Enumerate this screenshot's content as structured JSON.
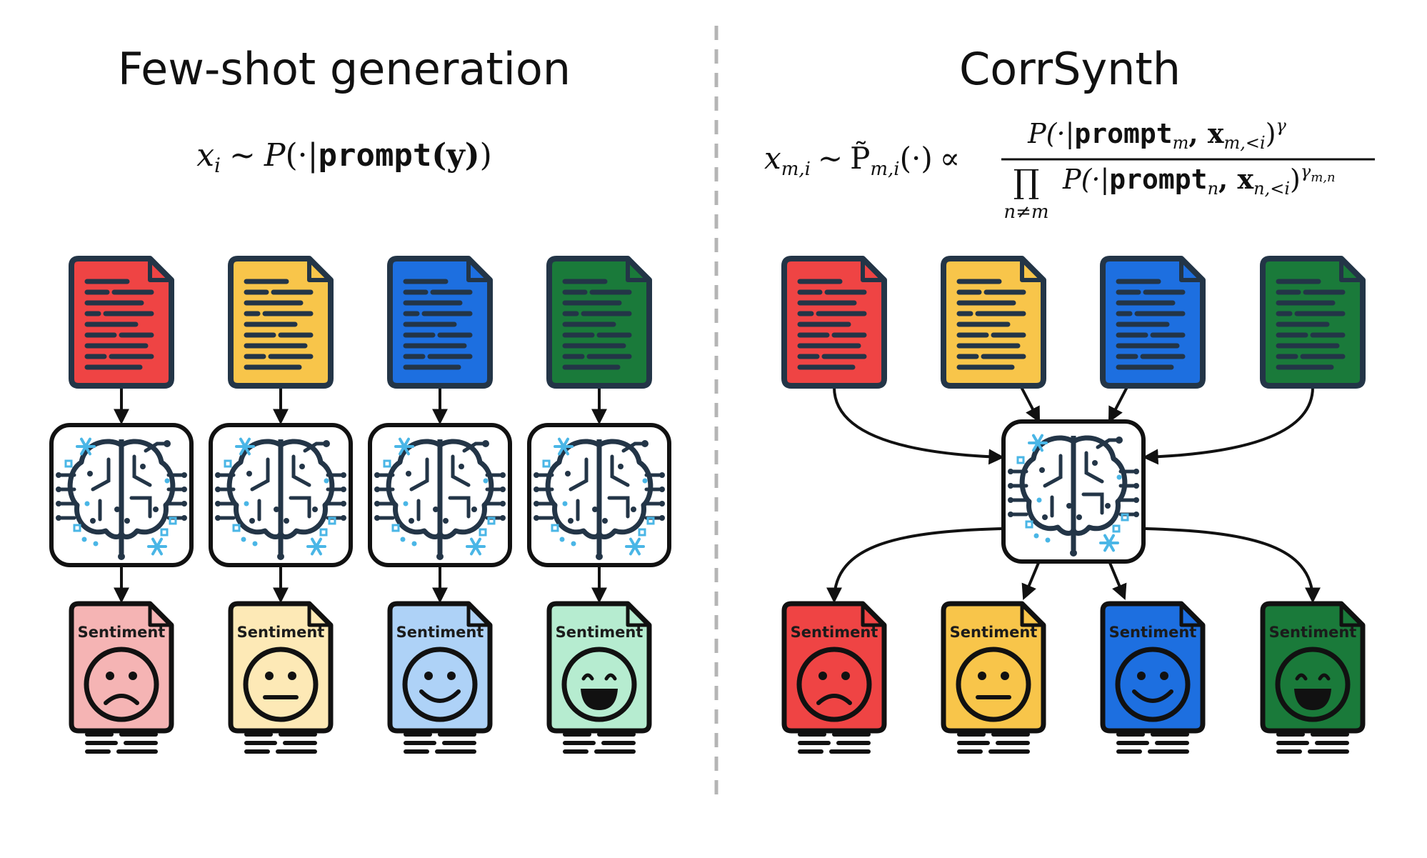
{
  "left_panel": {
    "title": "Few-shot generation",
    "formula": {
      "lhs": "x",
      "lhs_sub": "i",
      "rel": "~",
      "func": "P",
      "open": "(·|",
      "prompt": "prompt",
      "arg": "(y)",
      "close": ")"
    },
    "columns": [
      {
        "doc_color": "#ef4444",
        "out_color": "#f5b4b4",
        "label": "Sentiment",
        "face": "sad"
      },
      {
        "doc_color": "#f8c54a",
        "out_color": "#fde9b6",
        "label": "Sentiment",
        "face": "neutral"
      },
      {
        "doc_color": "#1d6fe0",
        "out_color": "#aed2f7",
        "label": "Sentiment",
        "face": "smile"
      },
      {
        "doc_color": "#1a7a3a",
        "out_color": "#b6ecd0",
        "label": "Sentiment",
        "face": "grin"
      }
    ]
  },
  "right_panel": {
    "title": "CorrSynth",
    "formula": {
      "lhs": "x",
      "lhs_sub": "m,i",
      "rel": "~",
      "ptilde": "P̃",
      "ptilde_sub": "m,i",
      "arg": "(·)",
      "propto": "∝",
      "num_func": "P(·|",
      "num_prompt": "prompt",
      "num_prompt_sub": "m",
      "num_x": ", x",
      "num_x_sub": "m,<i",
      "num_close": ")",
      "num_exp": "γ",
      "prod": "∏",
      "prod_sub": "n≠m",
      "den_func": "P(·|",
      "den_prompt": "prompt",
      "den_prompt_sub": "n",
      "den_x": ", x",
      "den_x_sub": "n,<i",
      "den_close": ")",
      "den_exp": "γ",
      "den_exp_sub": "m,n"
    },
    "columns": [
      {
        "doc_color": "#ef4444",
        "out_color": "#ef4444",
        "label": "Sentiment",
        "face": "sad"
      },
      {
        "doc_color": "#f8c54a",
        "out_color": "#f8c54a",
        "label": "Sentiment",
        "face": "neutral"
      },
      {
        "doc_color": "#1d6fe0",
        "out_color": "#1d6fe0",
        "label": "Sentiment",
        "face": "smile"
      },
      {
        "doc_color": "#1a7a3a",
        "out_color": "#1a7a3a",
        "label": "Sentiment",
        "face": "grin"
      }
    ]
  },
  "colors": {
    "outline": "#233547",
    "arrow": "#111111",
    "divider": "#b5b5b5",
    "chip_accent": "#4ab6e6"
  }
}
